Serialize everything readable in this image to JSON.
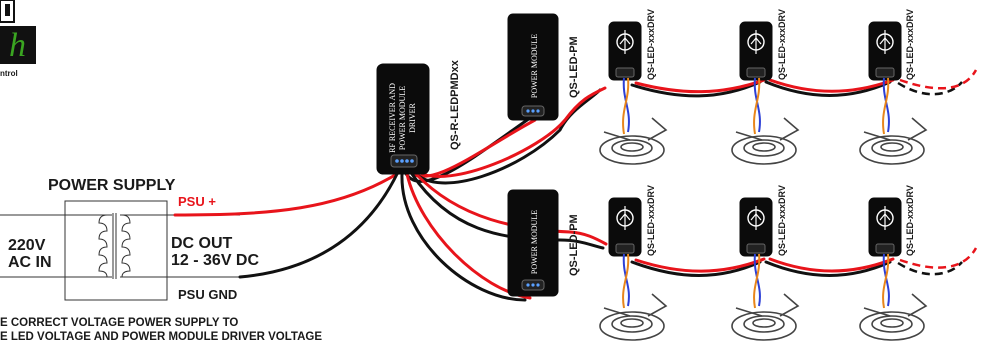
{
  "logo": {
    "letter": "h",
    "text": "ntrol"
  },
  "power_supply": {
    "title": "POWER SUPPLY",
    "input_line1": "220V",
    "input_line2": "AC IN",
    "output_line1": "DC OUT",
    "output_line2": "12 - 36V DC",
    "psu_plus": "PSU +",
    "psu_gnd": "PSU GND"
  },
  "note": {
    "line1": "E CORRECT VOLTAGE POWER SUPPLY TO",
    "line2": "E LED VOLTAGE AND POWER MODULE DRIVER VOLTAGE"
  },
  "receiver": {
    "text_line1": "RF RECEIVER AND",
    "text_line2": "POWER MODULE",
    "text_line3": "DRIVER",
    "part_label": "QS-R-LEDPMDxx"
  },
  "power_modules": [
    {
      "text": "POWER MODULE",
      "part_label": "QS-LED-PM"
    },
    {
      "text": "POWER MODULE",
      "part_label": "QS-LED-PM"
    }
  ],
  "led_drivers": [
    {
      "part_label": "QS-LED-xxxDRV"
    },
    {
      "part_label": "QS-LED-xxxDRV"
    },
    {
      "part_label": "QS-LED-xxxDRV"
    },
    {
      "part_label": "QS-LED-xxxDRV"
    },
    {
      "part_label": "QS-LED-xxxDRV"
    },
    {
      "part_label": "QS-LED-xxxDRV"
    }
  ],
  "colors": {
    "wire_positive": "#e8141b",
    "wire_ground": "#111111",
    "led_blue": "#2c3fd6",
    "led_orange": "#e8861b",
    "logo_green": "#3aa521",
    "connector_dots": "#5aa0ff"
  }
}
